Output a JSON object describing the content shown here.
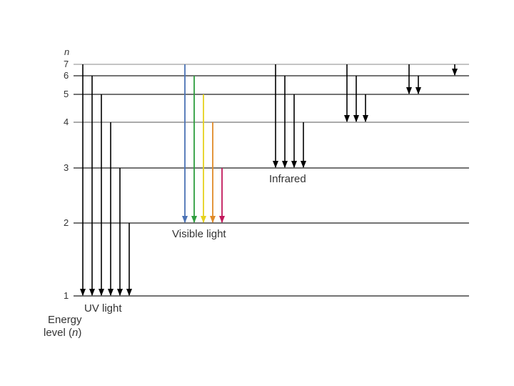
{
  "axis_title": "n",
  "levels": [
    {
      "n": 1,
      "label": "1",
      "height": 1
    },
    {
      "n": 2,
      "label": "2",
      "height": 2
    },
    {
      "n": 3,
      "label": "3",
      "height": 3
    },
    {
      "n": 4,
      "label": "4",
      "height": 4
    },
    {
      "n": 5,
      "label": "5",
      "height": 5
    },
    {
      "n": 6,
      "label": "6",
      "height": 6
    },
    {
      "n": 7,
      "label": "7",
      "height": 7
    }
  ],
  "series": [
    {
      "name": "UV light",
      "color": "#000000",
      "transitions": [
        {
          "from": 7,
          "to": 1
        },
        {
          "from": 6,
          "to": 1
        },
        {
          "from": 5,
          "to": 1
        },
        {
          "from": 4,
          "to": 1
        },
        {
          "from": 3,
          "to": 1
        },
        {
          "from": 2,
          "to": 1
        }
      ]
    },
    {
      "name": "Visible light",
      "color": "#000000",
      "transitions": [
        {
          "from": 7,
          "to": 2,
          "color": "#4a72b5"
        },
        {
          "from": 6,
          "to": 2,
          "color": "#2e9e3e"
        },
        {
          "from": 5,
          "to": 2,
          "color": "#e6d21e"
        },
        {
          "from": 4,
          "to": 2,
          "color": "#e08a28"
        },
        {
          "from": 3,
          "to": 2,
          "color": "#c2185b"
        }
      ]
    },
    {
      "name": "Infrared",
      "color": "#000000",
      "transitions": [
        {
          "from": 7,
          "to": 3
        },
        {
          "from": 6,
          "to": 3
        },
        {
          "from": 5,
          "to": 3
        },
        {
          "from": 4,
          "to": 3
        }
      ]
    },
    {
      "name": "",
      "color": "#000000",
      "transitions": [
        {
          "from": 7,
          "to": 4
        },
        {
          "from": 6,
          "to": 4
        },
        {
          "from": 5,
          "to": 4
        }
      ]
    },
    {
      "name": "",
      "color": "#000000",
      "transitions": [
        {
          "from": 7,
          "to": 5
        },
        {
          "from": 6,
          "to": 5
        }
      ]
    },
    {
      "name": "",
      "color": "#000000",
      "transitions": [
        {
          "from": 7,
          "to": 6
        }
      ]
    }
  ],
  "energy_label_line1": "Energy",
  "energy_label_line2": "level (",
  "energy_label_n": "n",
  "energy_label_close": ")"
}
